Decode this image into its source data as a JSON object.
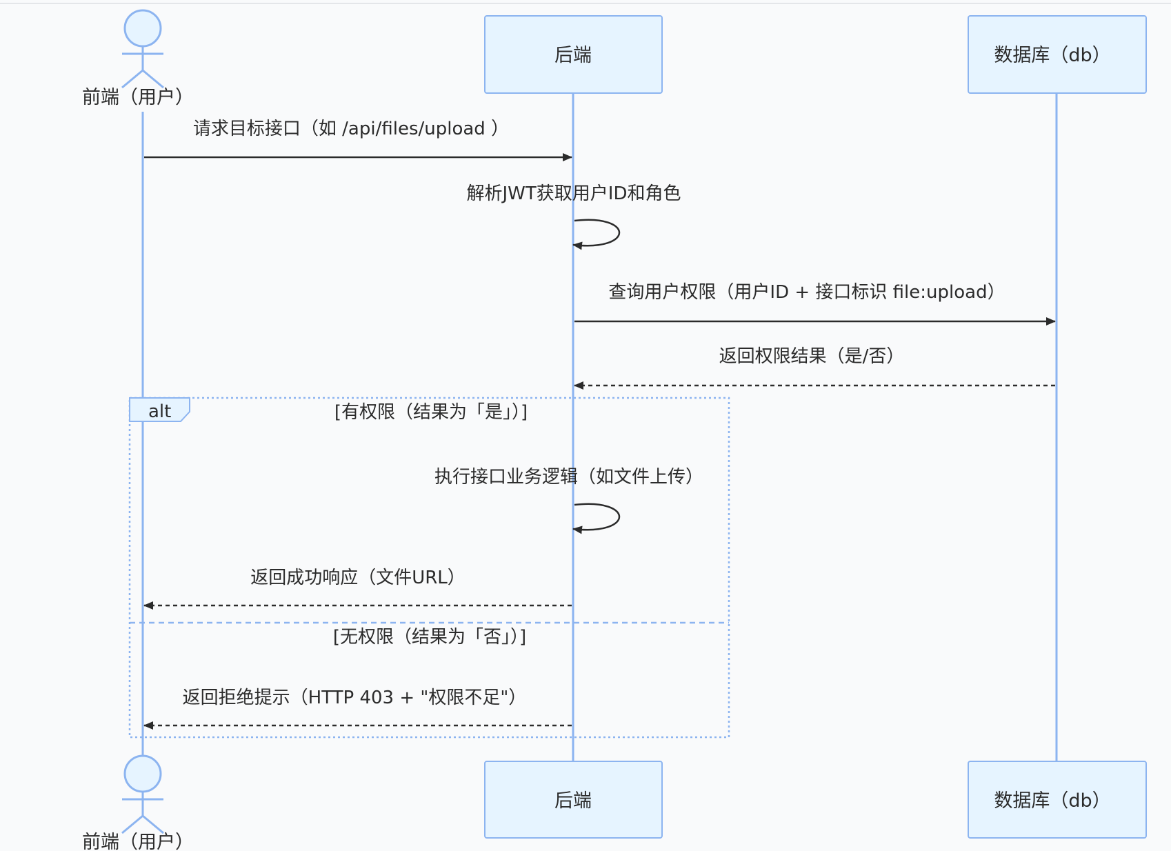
{
  "diagram": {
    "type": "sequence",
    "participants": {
      "frontend": "前端（用户）",
      "backend": "后端",
      "db": "数据库（db）"
    },
    "messages": {
      "m1": "请求目标接口（如 /api/files/upload ）",
      "m2": "解析JWT获取用户ID和角色",
      "m3": "查询用户权限（用户ID + 接口标识 file:upload）",
      "m4": "返回权限结果（是/否）",
      "m5": "执行接口业务逻辑（如文件上传）",
      "m6": "返回成功响应（文件URL）",
      "m7": "返回拒绝提示（HTTP 403 + \"权限不足\"）"
    },
    "alt": {
      "tag": "alt",
      "condition_yes": "[有权限（结果为「是」）]",
      "condition_no": "[无权限（结果为「否」）]"
    },
    "colors": {
      "lifeline": "#8cb4f0",
      "box_fill": "#e6f4ff",
      "box_stroke": "#8cb4f0",
      "arrow": "#2b2b2b",
      "alt_border": "#8cb4f0"
    }
  }
}
